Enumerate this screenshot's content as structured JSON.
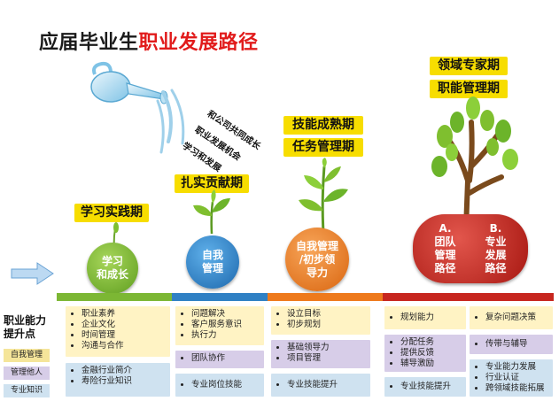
{
  "title": {
    "part1": "应届毕业生",
    "part2": "职业发展路径"
  },
  "slant_text": [
    "和公司共同成长",
    "职业发展机会",
    "学习和发展"
  ],
  "stages": [
    {
      "labels": [
        "学习实践期"
      ],
      "circle": "学习\n和成长",
      "color": "#7cb734"
    },
    {
      "labels": [
        "扎实贡献期"
      ],
      "circle": "自我\n管理",
      "color": "#2f80c4"
    },
    {
      "labels": [
        "技能成熟期",
        "任务管理期"
      ],
      "circle": "自我管理\n/初步领\n导力",
      "color": "#ee7a1c"
    },
    {
      "labels": [
        "领域专家期",
        "职能管理期"
      ],
      "circles": [
        {
          "text": "A.\n团队\n管理\n路径"
        },
        {
          "text": "B.\n专业\n发展\n路径"
        }
      ],
      "color": "#c7261e"
    }
  ],
  "legend": {
    "title": "职业能力\n提升点",
    "items": [
      "自我管理",
      "管理他人",
      "专业知识"
    ],
    "colors": [
      "#f5e59a",
      "#d7cde8",
      "#cfe2f0"
    ]
  },
  "columns": [
    {
      "self": [
        "职业素养",
        "企业文化",
        "时间管理",
        "沟通与合作"
      ],
      "others": [],
      "pro": [
        "金融行业简介",
        "寿险行业知识"
      ]
    },
    {
      "self": [
        "问题解决",
        "客户服务意识",
        "执行力"
      ],
      "others": [
        "团队协作"
      ],
      "pro": [
        "专业岗位技能"
      ]
    },
    {
      "self": [
        "设立目标",
        "初步规划"
      ],
      "others": [
        "基础领导力",
        "项目管理"
      ],
      "pro": [
        "专业技能提升"
      ]
    },
    {
      "self": [
        "规划能力"
      ],
      "others": [
        "分配任务",
        "提供反馈",
        "辅导激励"
      ],
      "pro": [
        "专业技能提升"
      ]
    },
    {
      "self": [
        "复杂问题决策"
      ],
      "others": [
        "传带与辅导"
      ],
      "pro": [
        "专业能力发展",
        "行业认证",
        "跨领域技能拓展"
      ]
    }
  ]
}
